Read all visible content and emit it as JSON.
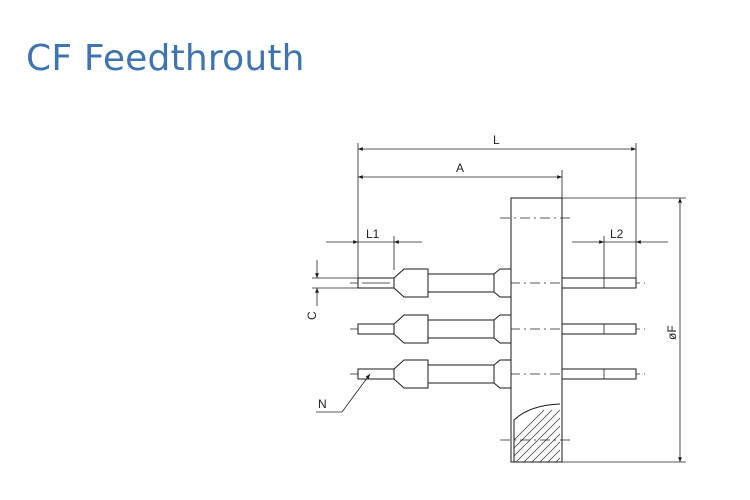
{
  "title": "CF Feedthrouth",
  "dimensions": {
    "L": "L",
    "A": "A",
    "L1": "L1",
    "L2": "L2",
    "C": "C",
    "N": "N",
    "F": "øF"
  }
}
